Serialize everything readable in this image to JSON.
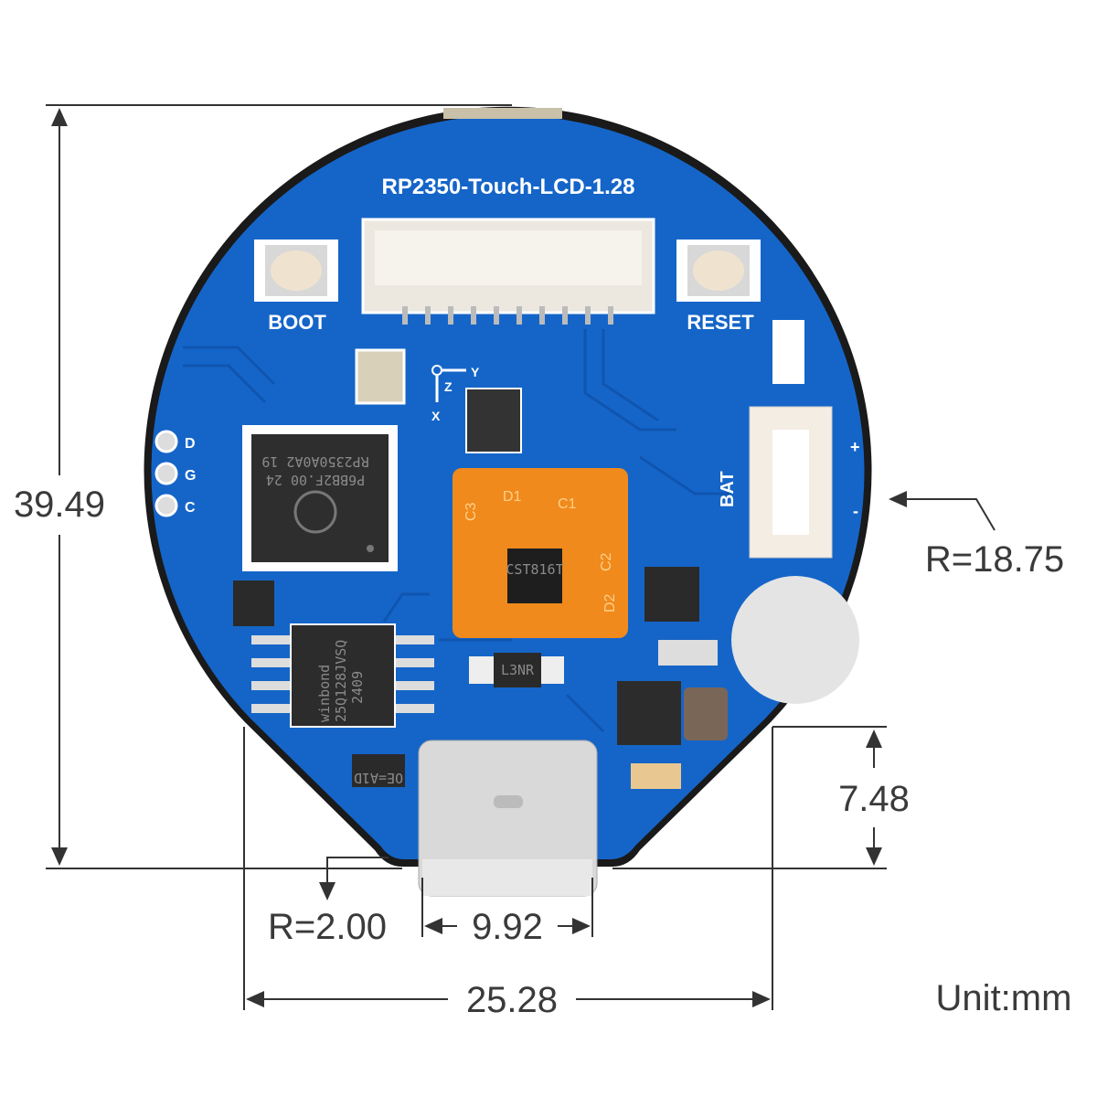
{
  "board": {
    "title": "RP2350-Touch-LCD-1.28",
    "boot_label": "BOOT",
    "reset_label": "RESET",
    "bat_label": "BAT",
    "bat_plus": "+",
    "bat_minus": "-",
    "pin_labels": [
      "D",
      "G",
      "C"
    ],
    "axis_labels": {
      "y": "Y",
      "z": "Z",
      "x": "X"
    },
    "touch_labels": [
      "D1",
      "C1",
      "C2",
      "C3",
      "D2"
    ],
    "mcu_text": [
      "RP2350A0A2  19",
      "P6BB2F.00  24"
    ],
    "flash_text": [
      "winbond",
      "25Q128JVSQ",
      "2409"
    ],
    "inductor_text": "L3NR",
    "touch_ic_text": "CST816T",
    "small_ic_text": "OE=A1D",
    "colors": {
      "pcb": "#1565c8",
      "touch_window": "#f08a1c",
      "silk": "#ffffff"
    }
  },
  "dimensions": {
    "height": "39.49",
    "radius": "R=18.75",
    "tab_height": "7.48",
    "corner_radius": "R=2.00",
    "usb_width": "9.92",
    "tab_width": "25.28",
    "unit": "Unit:mm"
  }
}
